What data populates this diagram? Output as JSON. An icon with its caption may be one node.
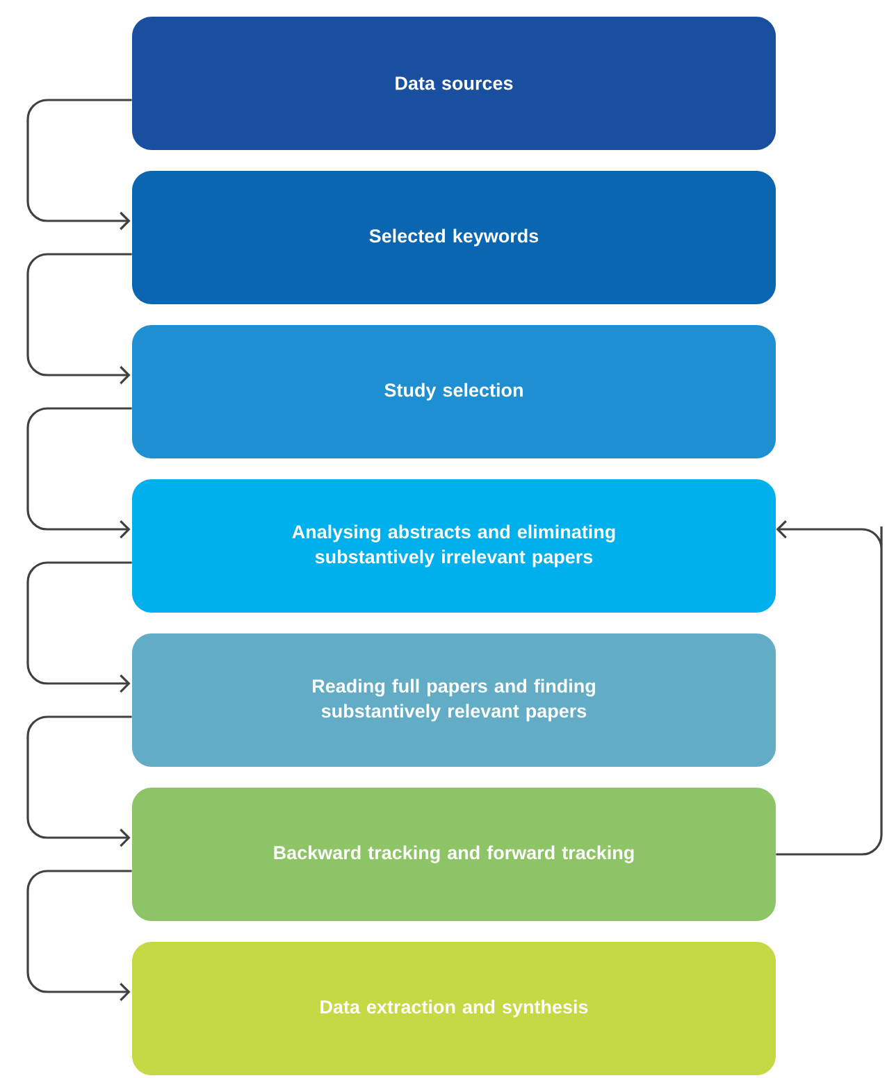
{
  "diagram": {
    "nodes": [
      {
        "text": [
          "Data sources"
        ]
      },
      {
        "text": [
          "Selected keywords"
        ]
      },
      {
        "text": [
          "Study selection"
        ]
      },
      {
        "text": [
          "Analysing abstracts and eliminating substantively irrelevant papers"
        ]
      },
      {
        "text": [
          "Reading full papers and finding substantively relevant papers"
        ]
      },
      {
        "text": [
          "Backward tracking and forward tracking"
        ]
      },
      {
        "text": [
          "Data extraction and synthesis"
        ]
      }
    ],
    "edges": [
      {
        "from": 0,
        "to": 1,
        "arrow": "to"
      },
      {
        "from": 1,
        "to": 2,
        "arrow": "to"
      },
      {
        "from": 2,
        "to": 3,
        "arrow": "to"
      },
      {
        "from": 3,
        "to": 4,
        "arrow": "to"
      },
      {
        "from": 4,
        "to": 5,
        "arrow": "to"
      },
      {
        "from": 5,
        "to": 6,
        "arrow": "to"
      },
      {
        "from": 5,
        "to": 3,
        "arrow": "to"
      }
    ]
  }
}
